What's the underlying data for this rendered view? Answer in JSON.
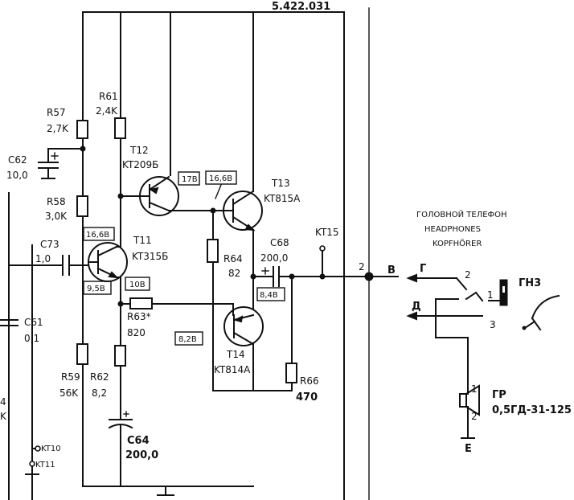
{
  "doc_number": "5.422.031",
  "components": {
    "r61": {
      "ref": "R61",
      "value": "2,4K"
    },
    "r57": {
      "ref": "R57",
      "value": "2,7K"
    },
    "c62": {
      "ref": "C62",
      "value": "10,0"
    },
    "r58": {
      "ref": "R58",
      "value": "3,0K"
    },
    "c73": {
      "ref": "C73",
      "value": "1,0"
    },
    "c61": {
      "ref": "C61",
      "value": "0,1"
    },
    "t11": {
      "ref": "T11",
      "type": "KT315Б"
    },
    "t12": {
      "ref": "T12",
      "type": "KT209Б"
    },
    "t13": {
      "ref": "T13",
      "type": "KT815A"
    },
    "t14": {
      "ref": "T14",
      "type": "KT814A"
    },
    "r63": {
      "ref": "R63*",
      "value": "820"
    },
    "r64": {
      "ref": "R64",
      "value": "82"
    },
    "r59": {
      "ref": "R59",
      "value": "56K"
    },
    "r62": {
      "ref": "R62",
      "value": "8,2"
    },
    "c64": {
      "ref": "C64",
      "value": "200,0"
    },
    "c68": {
      "ref": "C68",
      "value": "200,0"
    },
    "r66": {
      "ref": "R66",
      "value": "470"
    },
    "left_partial": {
      "a": "4",
      "b": "K"
    }
  },
  "voltages": {
    "t11_c": "16,6В",
    "t11_e": "9,5В",
    "t11_b": "10В",
    "t12": "17В",
    "t13": "16,6В",
    "out": "8,4В",
    "t14": "8,2В"
  },
  "testpoints": {
    "kt15": "KT15",
    "kt10": "KT10",
    "kt11": "KT11"
  },
  "connector": {
    "pin2": "2",
    "line_b": "В"
  },
  "headphone": {
    "title_ru": "ГОЛОВНОЙ ТЕЛЕФОН",
    "title_en": "HEADPHONES",
    "title_de": "KOPFHÖRER",
    "wire_g": "Г",
    "wire_d": "Д",
    "wire_e": "Е",
    "pin1": "1",
    "pin2": "2",
    "pin3": "3",
    "jack": "ГН3",
    "speaker_ref": "ГР",
    "speaker_pin1": "1",
    "speaker_pin2": "2",
    "speaker_type": "0,5ГД-31-125"
  }
}
